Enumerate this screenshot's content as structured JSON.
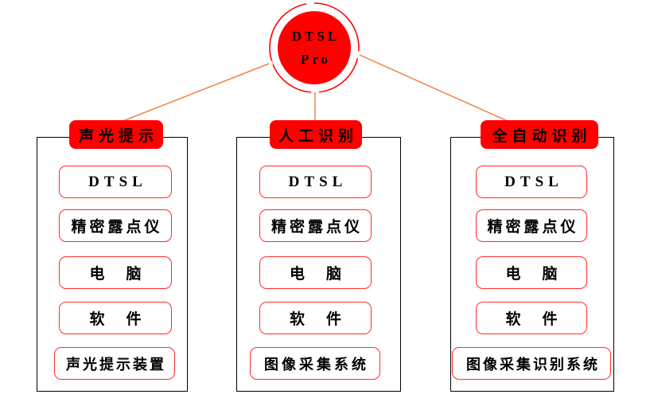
{
  "root": {
    "line1": "DTSL",
    "line2": "Pro"
  },
  "columns": [
    {
      "header": "声光提示",
      "items": [
        "DTSL",
        "精密露点仪",
        "电　脑",
        "软　件",
        "声光提示装置"
      ]
    },
    {
      "header": "人工识别",
      "items": [
        "DTSL",
        "精密露点仪",
        "电　脑",
        "软　件",
        "图像采集系统"
      ]
    },
    {
      "header": "全自动识别",
      "items": [
        "DTSL",
        "精密露点仪",
        "电　脑",
        "软　件",
        "图像采集识别系统"
      ]
    }
  ],
  "colors": {
    "node_fill": "#fe0000",
    "header_fill": "#fe0000",
    "item_border": "#ff2d2d",
    "ring": "#fe0000",
    "connector": "#ed8348",
    "frame_border": "#000000",
    "text": "#000000"
  }
}
